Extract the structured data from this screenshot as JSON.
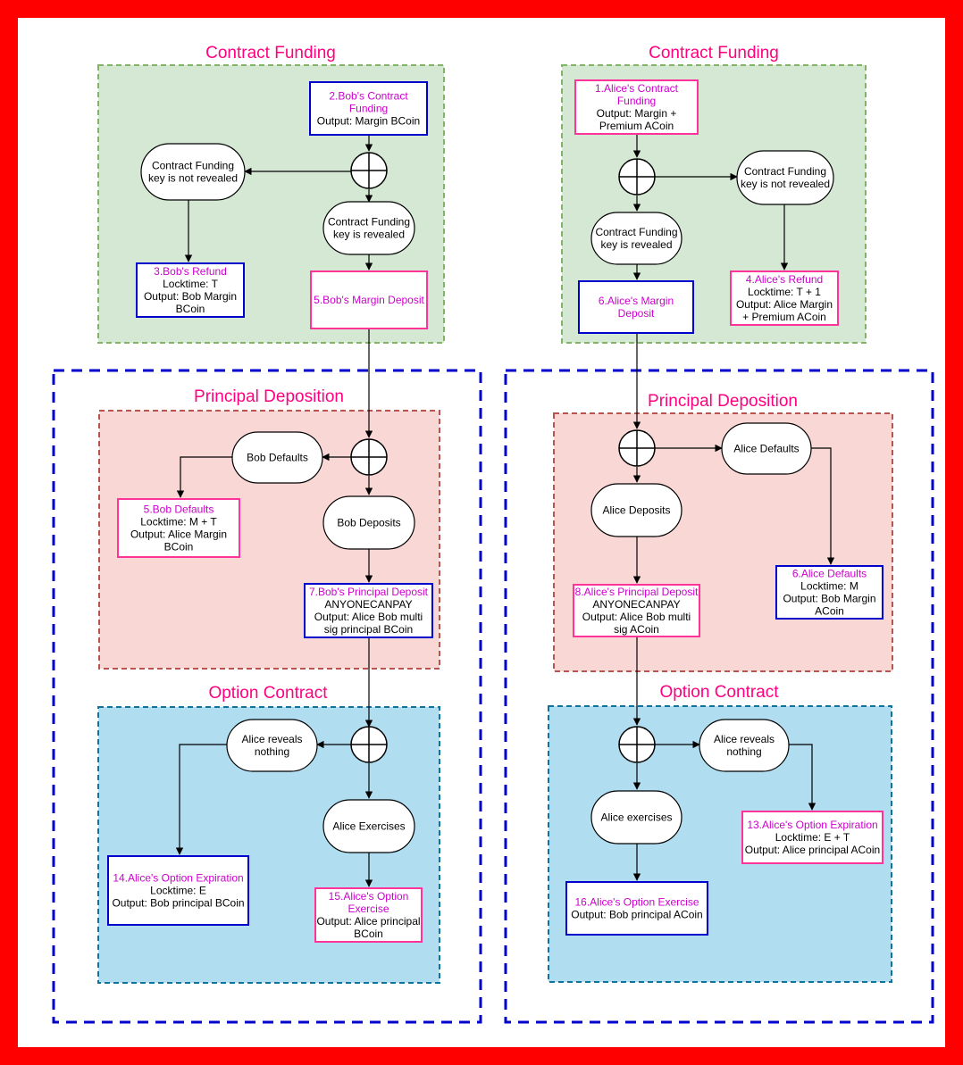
{
  "colors": {
    "outer_border": "#ff0000",
    "funding_fill": "#d5e8d4",
    "funding_stroke": "#82b366",
    "principal_fill": "#f8d7d4",
    "principal_stroke": "#b85450",
    "option_fill": "#b1ddf0",
    "option_stroke": "#10739e",
    "dashed_frame": "#0000cc",
    "title_text": "#ff0080",
    "box_title": "#cc00cc",
    "blue_box": "#0000cc",
    "pink_box": "#ff3399"
  },
  "left": {
    "funding_title": "Contract Funding",
    "principal_title": "Principal Deposition",
    "option_title": "Option Contract",
    "bob_contract_funding": {
      "title": [
        "2.Bob's Contract",
        "Funding"
      ],
      "lines": [
        "Output: Margin BCoin"
      ]
    },
    "node_not_revealed": [
      "Contract Funding",
      "key is not revealed"
    ],
    "node_revealed": [
      "Contract Funding",
      "key is revealed"
    ],
    "bob_refund": {
      "title": [
        "3.Bob's Refund"
      ],
      "lines": [
        "Locktime: T",
        "Output: Bob Margin",
        "BCoin"
      ]
    },
    "bob_margin_deposit": {
      "title": [
        "5.Bob's Margin Deposit"
      ],
      "lines": []
    },
    "node_bob_defaults": [
      "Bob Defaults"
    ],
    "node_bob_deposits": [
      "Bob Deposits"
    ],
    "bob_defaults_box": {
      "title": [
        "5.Bob Defaults"
      ],
      "lines": [
        "Locktime: M + T",
        "Output: Alice Margin",
        "BCoin"
      ]
    },
    "bob_principal_deposit": {
      "title": [
        "7.Bob's Principal Deposit"
      ],
      "lines": [
        "ANYONECANPAY",
        "Output: Alice Bob multi",
        "sig principal BCoin"
      ]
    },
    "node_alice_reveals_nothing": [
      "Alice reveals",
      "nothing"
    ],
    "node_alice_exercises": [
      "Alice  Exercises"
    ],
    "alice_option_expiration": {
      "title": [
        "14.Alice's Option Expiration"
      ],
      "lines": [
        "Locktime: E",
        "Output: Bob principal BCoin"
      ]
    },
    "alice_option_exercise": {
      "title": [
        "15.Alice's Option",
        "Exercise"
      ],
      "lines": [
        "Output: Alice principal",
        "BCoin"
      ]
    }
  },
  "right": {
    "funding_title": "Contract Funding",
    "principal_title": "Principal Deposition",
    "option_title": "Option Contract",
    "alice_contract_funding": {
      "title": [
        "1.Alice's Contract",
        "Funding"
      ],
      "lines": [
        "Output: Margin +",
        "Premium ACoin"
      ]
    },
    "node_revealed": [
      "Contract Funding",
      "key is revealed"
    ],
    "node_not_revealed": [
      "Contract Funding",
      "key is not revealed"
    ],
    "alice_margin_deposit": {
      "title": [
        "6.Alice's Margin",
        "Deposit"
      ],
      "lines": []
    },
    "alice_refund": {
      "title": [
        "4.Alice's Refund"
      ],
      "lines": [
        "Locktime: T + 1",
        "Output: Alice Margin",
        "+ Premium ACoin"
      ]
    },
    "node_alice_defaults": [
      "Alice Defaults"
    ],
    "node_alice_deposits": [
      "Alice Deposits"
    ],
    "alice_principal_deposit": {
      "title": [
        "8.Alice's Principal Deposit"
      ],
      "lines": [
        "ANYONECANPAY",
        "Output: Alice Bob multi",
        "sig ACoin"
      ]
    },
    "alice_defaults_box": {
      "title": [
        "6.Alice Defaults"
      ],
      "lines": [
        "Locktime: M",
        "Output: Bob Margin",
        "ACoin"
      ]
    },
    "node_alice_reveals_nothing": [
      "Alice reveals",
      "nothing"
    ],
    "node_alice_exercises": [
      "Alice exercises"
    ],
    "alice_option_expiration": {
      "title": [
        "13.Alice's Option Expiration"
      ],
      "lines": [
        "Locktime: E + T",
        "Output: Alice principal ACoin"
      ]
    },
    "alice_option_exercise": {
      "title": [
        "16.Alice's Option Exercise"
      ],
      "lines": [
        "Output: Bob principal ACoin"
      ]
    }
  }
}
